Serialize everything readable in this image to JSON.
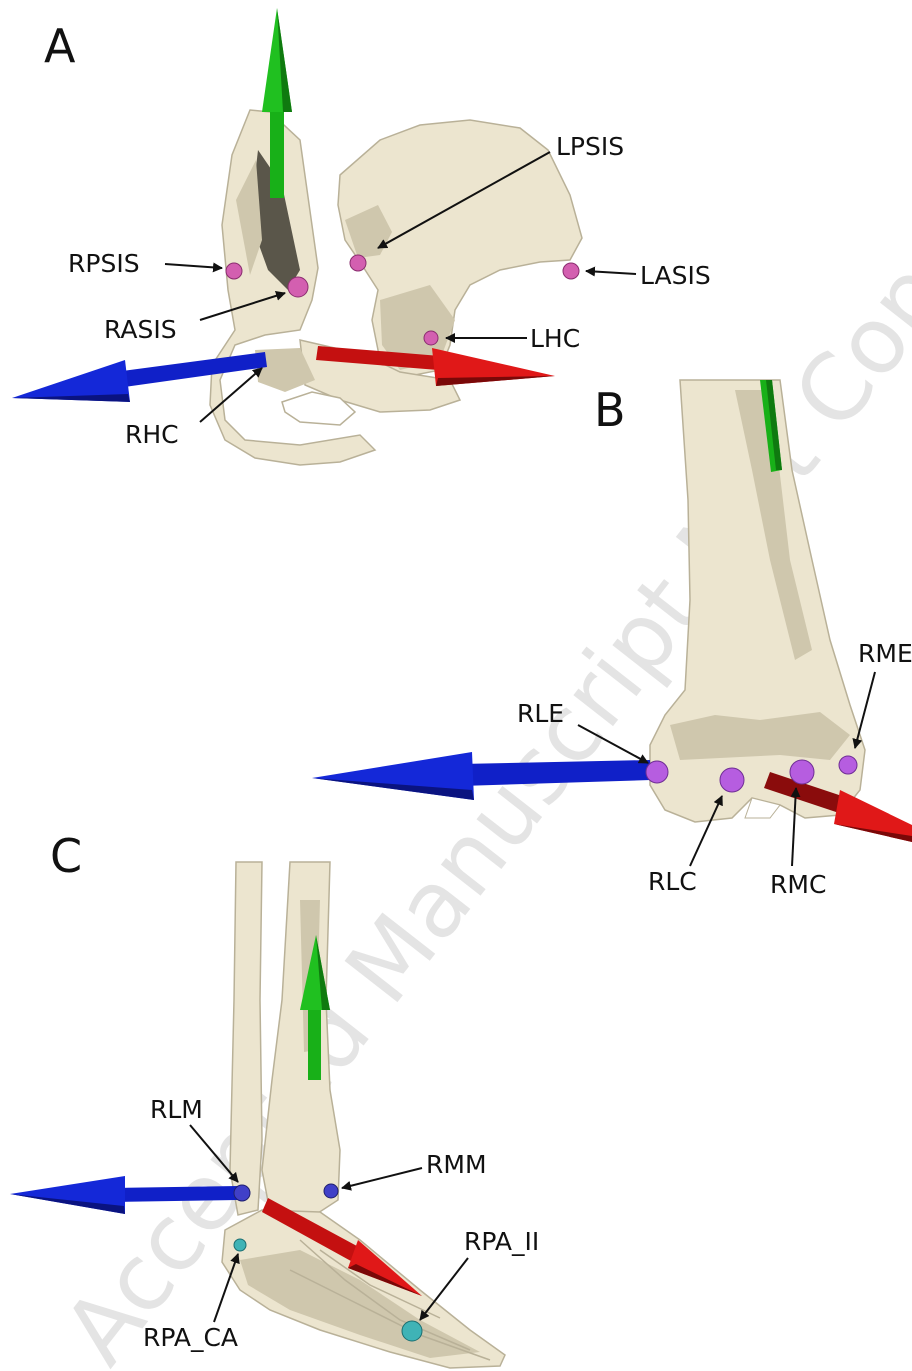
{
  "panels": [
    {
      "id": "A",
      "labels": [
        "RPSIS",
        "RASIS",
        "RHC",
        "LPSIS",
        "LASIS",
        "LHC"
      ]
    },
    {
      "id": "B",
      "labels": [
        "RLE",
        "RME",
        "RLC",
        "RMC"
      ]
    },
    {
      "id": "C",
      "labels": [
        "RLM",
        "RMM",
        "RPA_II",
        "RPA_CA"
      ]
    }
  ],
  "watermark": "Accepted Manuscript Not Copyedited",
  "colors": {
    "x_axis": "#d01010",
    "y_axis": "#18b018",
    "z_axis": "#1020c8",
    "landmark_pink": "#d35fb0",
    "landmark_violet": "#b65de0",
    "landmark_blue": "#4040c8",
    "landmark_teal": "#3fb3b6",
    "bone": "#ece5cf"
  }
}
